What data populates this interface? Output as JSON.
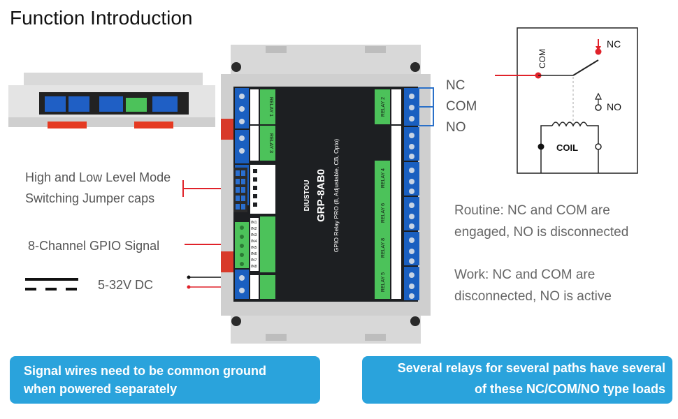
{
  "title": "Function Introduction",
  "labels": {
    "jumper_line1": "High and Low Level Mode",
    "jumper_line2": "Switching Jumper caps",
    "gpio": "8-Channel GPIO Signal",
    "dc": "5-32V DC"
  },
  "contacts": {
    "nc": "NC",
    "com": "COM",
    "no": "NO"
  },
  "diagram": {
    "com": "COM",
    "nc": "NC",
    "no": "NO",
    "coil": "COIL"
  },
  "notes": {
    "routine_line1": "Routine: NC and COM are",
    "routine_line2": "engaged, NO is disconnected",
    "work_line1": "Work: NC and COM are",
    "work_line2": "disconnected, NO is active"
  },
  "banners": {
    "left_line1": "Signal wires need to be common ground",
    "left_line2": "when powered separately",
    "right_line1": "Several relays for several paths have several",
    "right_line2": "of these NC/COM/NO type loads"
  },
  "board": {
    "brand": "DIUSTOU",
    "model": "GRP-8AB0",
    "subtitle": "GPIO Relay PRO (8, Adjustable, CB, Opto)",
    "relay_labels": [
      "RELAY 2",
      "RELAY 4",
      "RELAY 6",
      "RELAY 8",
      "RELAY 5"
    ],
    "left_relay_labels": [
      "RELAY 1",
      "RELAY 3"
    ],
    "gpio_pins": [
      "IN1",
      "IN2",
      "IN3",
      "IN4",
      "IN5",
      "IN6",
      "IN7",
      "IN8"
    ]
  },
  "colors": {
    "accent": "#2aa3dc",
    "relay_green": "#4cc25a",
    "terminal_blue": "#1a5fc0",
    "pcb": "#1d1f22",
    "wire_red": "#e0222a"
  }
}
